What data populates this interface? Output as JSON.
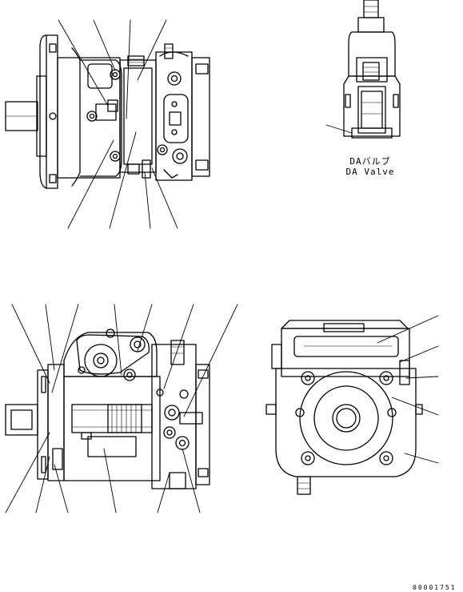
{
  "valve_caption": {
    "japanese": "DAバルブ",
    "english": "DA Valve"
  },
  "figure_number": "00001751"
}
